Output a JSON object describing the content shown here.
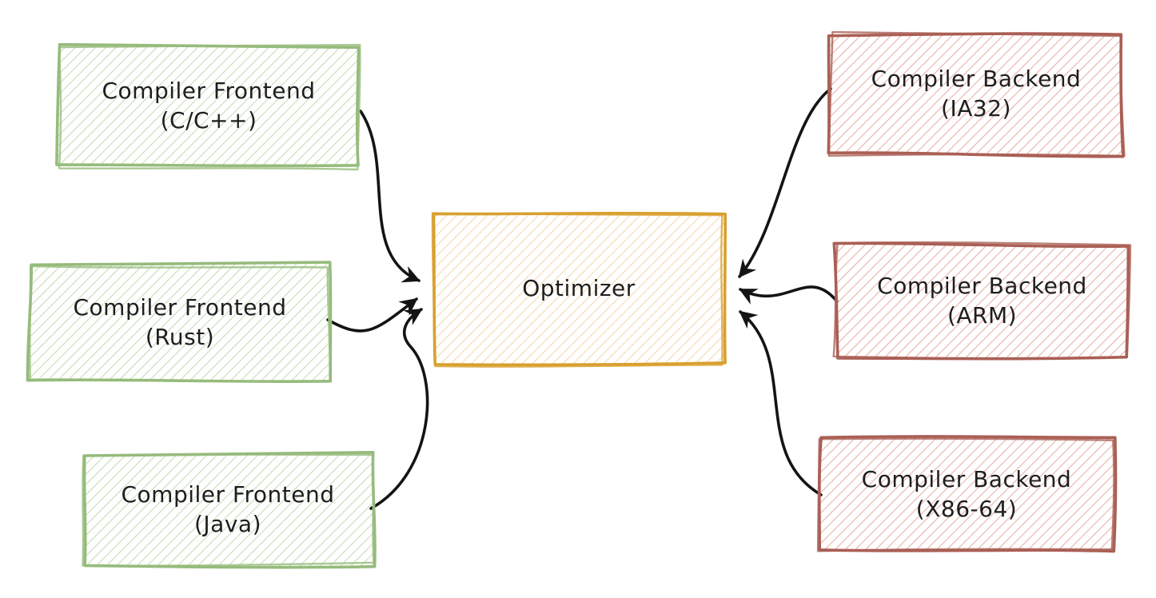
{
  "diagram": {
    "description": "Hand-drawn compiler architecture diagram: multiple compiler frontends feed an optimizer, multiple compiler backends also connect to the optimizer"
  },
  "colors": {
    "background": "#ffffff",
    "frontend_border": "#96bb7c",
    "frontend_fill": "#cbe0bb",
    "optimizer_border": "#d8a030",
    "optimizer_fill": "#f6dcb4",
    "backend_border": "#aa5f55",
    "backend_fill": "#e9b8af",
    "arrow": "#141414",
    "text": "#1e1e1e"
  },
  "nodes": [
    {
      "id": "frontend-cpp",
      "group": "frontend",
      "line1": "Compiler Frontend",
      "line2": "(C/C++)"
    },
    {
      "id": "frontend-rust",
      "group": "frontend",
      "line1": "Compiler Frontend",
      "line2": "(Rust)"
    },
    {
      "id": "frontend-java",
      "group": "frontend",
      "line1": "Compiler Frontend",
      "line2": "(Java)"
    },
    {
      "id": "optimizer",
      "group": "optimizer",
      "line1": "Optimizer"
    },
    {
      "id": "backend-ia32",
      "group": "backend",
      "line1": "Compiler Backend",
      "line2": "(IA32)"
    },
    {
      "id": "backend-arm",
      "group": "backend",
      "line1": "Compiler Backend",
      "line2": "(ARM)"
    },
    {
      "id": "backend-x8664",
      "group": "backend",
      "line1": "Compiler Backend",
      "line2": "(X86-64)"
    }
  ],
  "edges": [
    {
      "from": "frontend-cpp",
      "to": "optimizer"
    },
    {
      "from": "frontend-rust",
      "to": "optimizer"
    },
    {
      "from": "frontend-java",
      "to": "optimizer"
    },
    {
      "from": "backend-ia32",
      "to": "optimizer"
    },
    {
      "from": "backend-arm",
      "to": "optimizer"
    },
    {
      "from": "backend-x8664",
      "to": "optimizer"
    }
  ]
}
